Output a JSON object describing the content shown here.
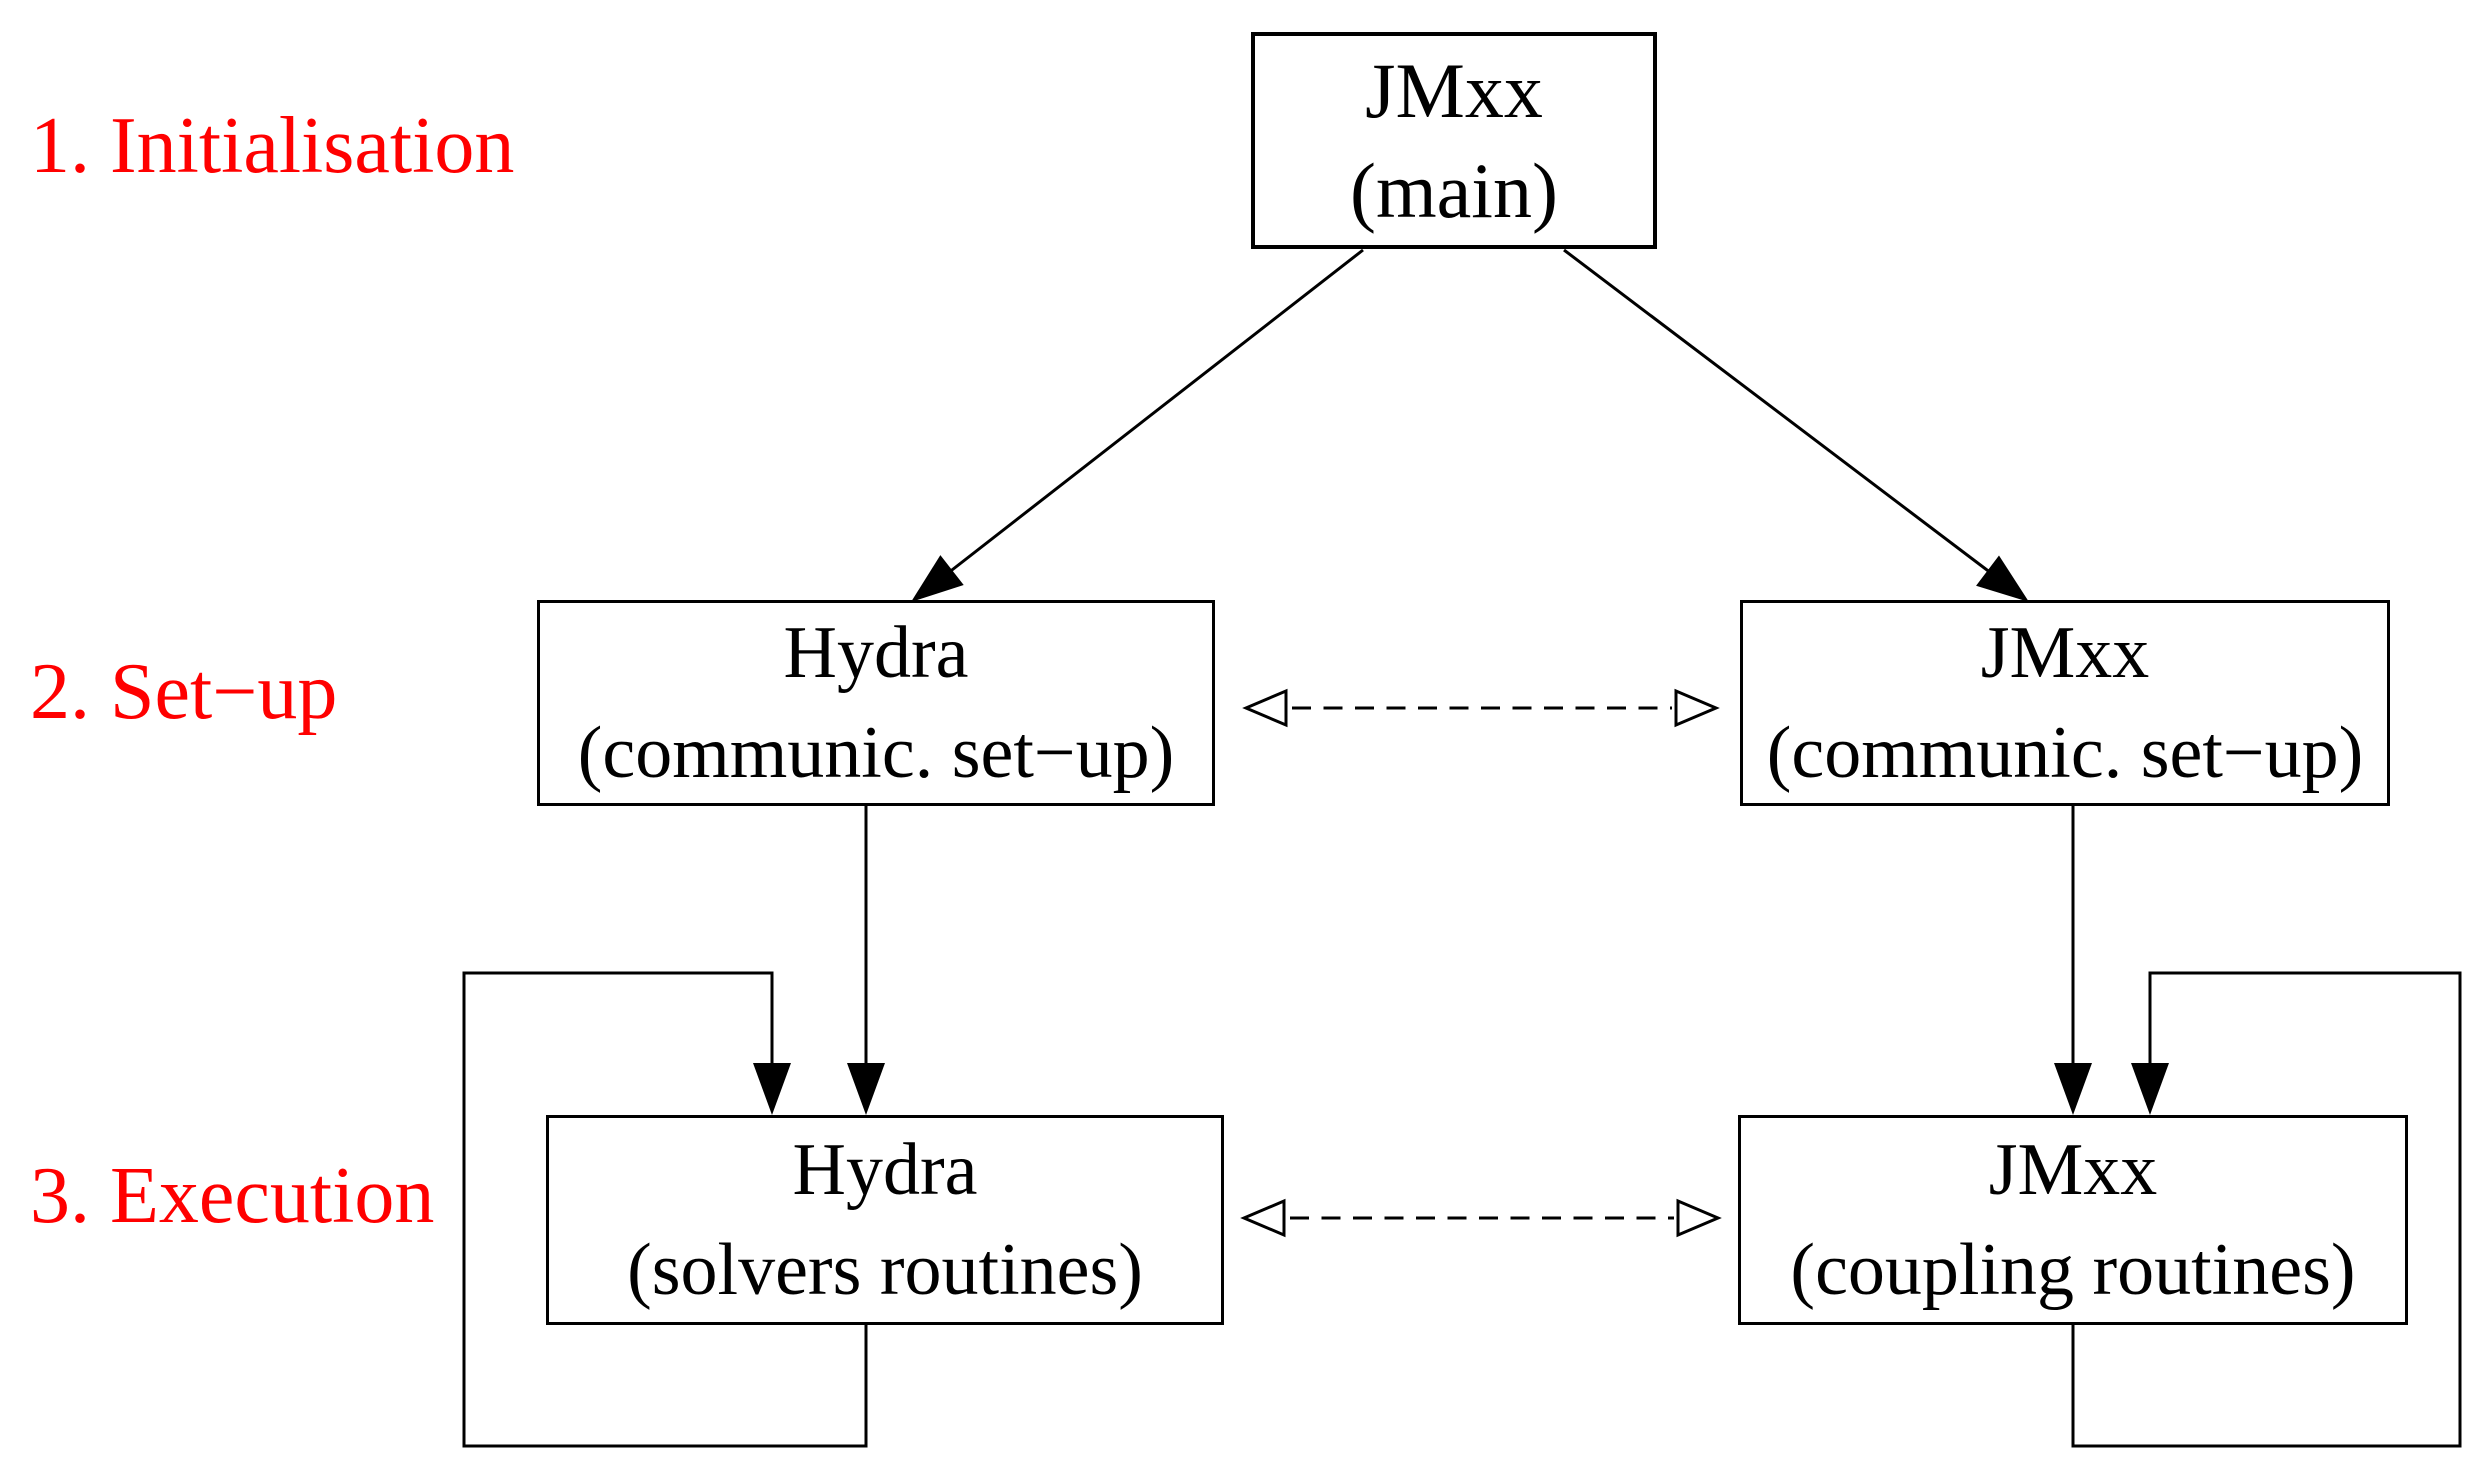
{
  "colors": {
    "stage_label": "#ff0000",
    "line": "#000000",
    "box_border": "#000000",
    "box_fill": "#ffffff",
    "background": "#ffffff"
  },
  "stages": [
    {
      "label": "1. Initialisation"
    },
    {
      "label": "2. Set−up"
    },
    {
      "label": "3. Execution"
    }
  ],
  "nodes": {
    "main": {
      "title": "JMxx",
      "subtitle": "(main)"
    },
    "hydra_setup": {
      "title": "Hydra",
      "subtitle": "(communic. set−up)"
    },
    "jmxx_setup": {
      "title": "JMxx",
      "subtitle": "(communic. set−up)"
    },
    "hydra_exec": {
      "title": "Hydra",
      "subtitle": "(solvers routines)"
    },
    "jmxx_exec": {
      "title": "JMxx",
      "subtitle": "(coupling routines)"
    }
  }
}
